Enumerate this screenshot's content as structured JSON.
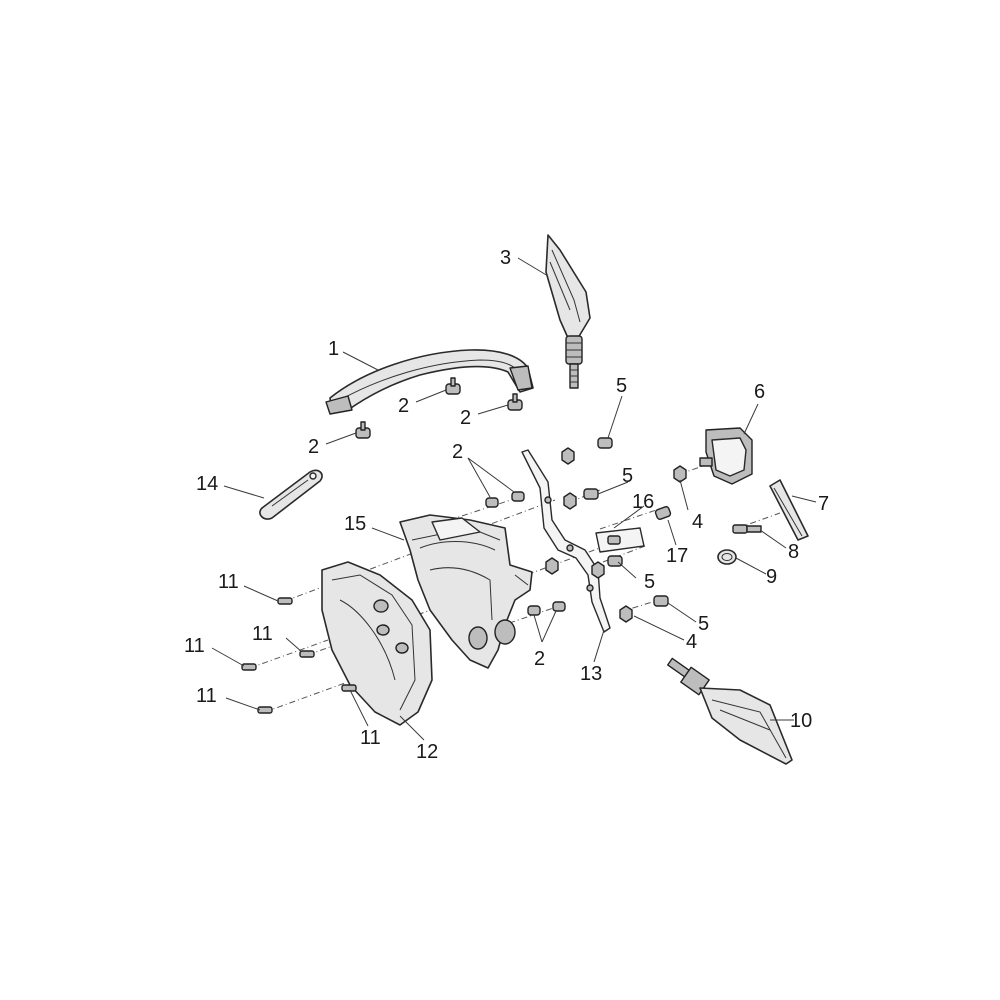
{
  "callouts": {
    "c1": "1",
    "c2": "2",
    "c3": "3",
    "c4": "4",
    "c5": "5",
    "c6": "6",
    "c7": "7",
    "c8": "8",
    "c9": "9",
    "c10": "10",
    "c11": "11",
    "c12": "12",
    "c13": "13",
    "c14": "14",
    "c15": "15",
    "c16": "16",
    "c17": "17"
  },
  "line_color": "#2a2a2a",
  "part_fill": "#e6e6e6"
}
